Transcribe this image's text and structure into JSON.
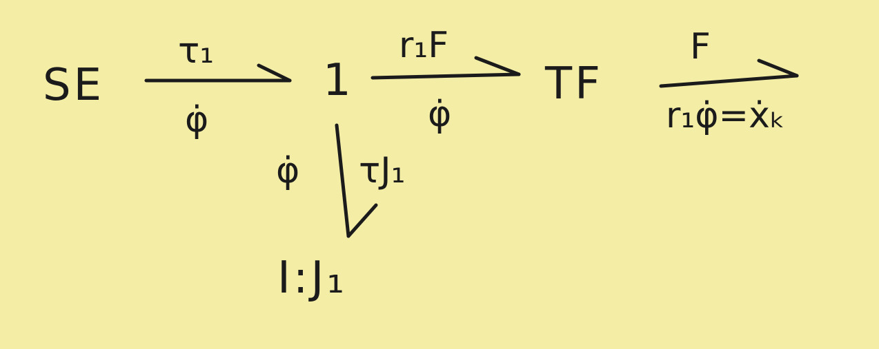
{
  "diagram": {
    "nodes": {
      "se": "SE",
      "one_junction": "1",
      "tf": "TF",
      "inertia": "I:J₁"
    },
    "bonds": {
      "se_to_junction": {
        "effort": "τ₁",
        "flow": "φ̇"
      },
      "junction_to_tf": {
        "effort": "r₁F",
        "flow": "φ̇"
      },
      "tf_out": {
        "effort": "F",
        "flow": "r₁φ̇=ẋₖ"
      },
      "junction_to_inertia": {
        "flow": "φ̇",
        "effort": "τJ₁"
      }
    }
  }
}
